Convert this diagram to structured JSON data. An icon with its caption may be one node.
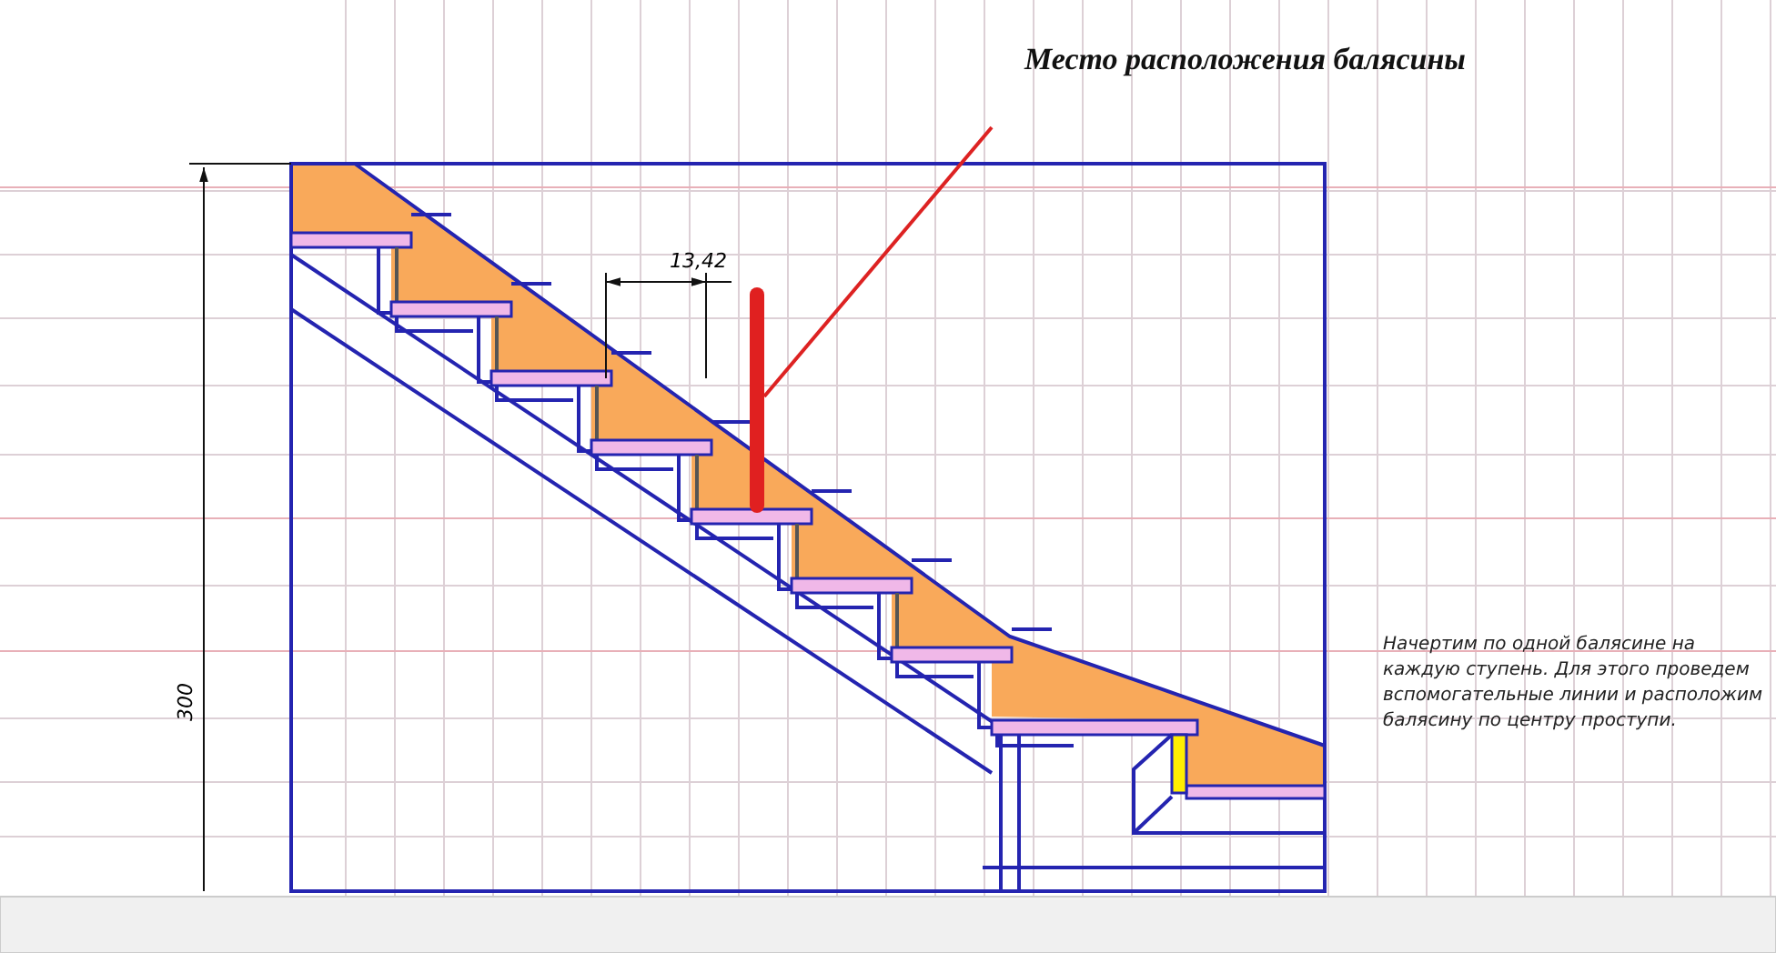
{
  "diagram": {
    "nodes": [
      {
        "text": [
          "Место расположения балясины"
        ]
      },
      {
        "text": [],
        "shape": "bar"
      }
    ],
    "edges": [
      {
        "from": 0,
        "to": 1,
        "arrow": "none",
        "color": "#dd2222"
      }
    ],
    "labels": [
      "13,42",
      "300",
      "Начертим по одной балясине на каждую ступень. Для этого проведем вспомогательные линии и расположим балясину по центру проступи."
    ]
  }
}
